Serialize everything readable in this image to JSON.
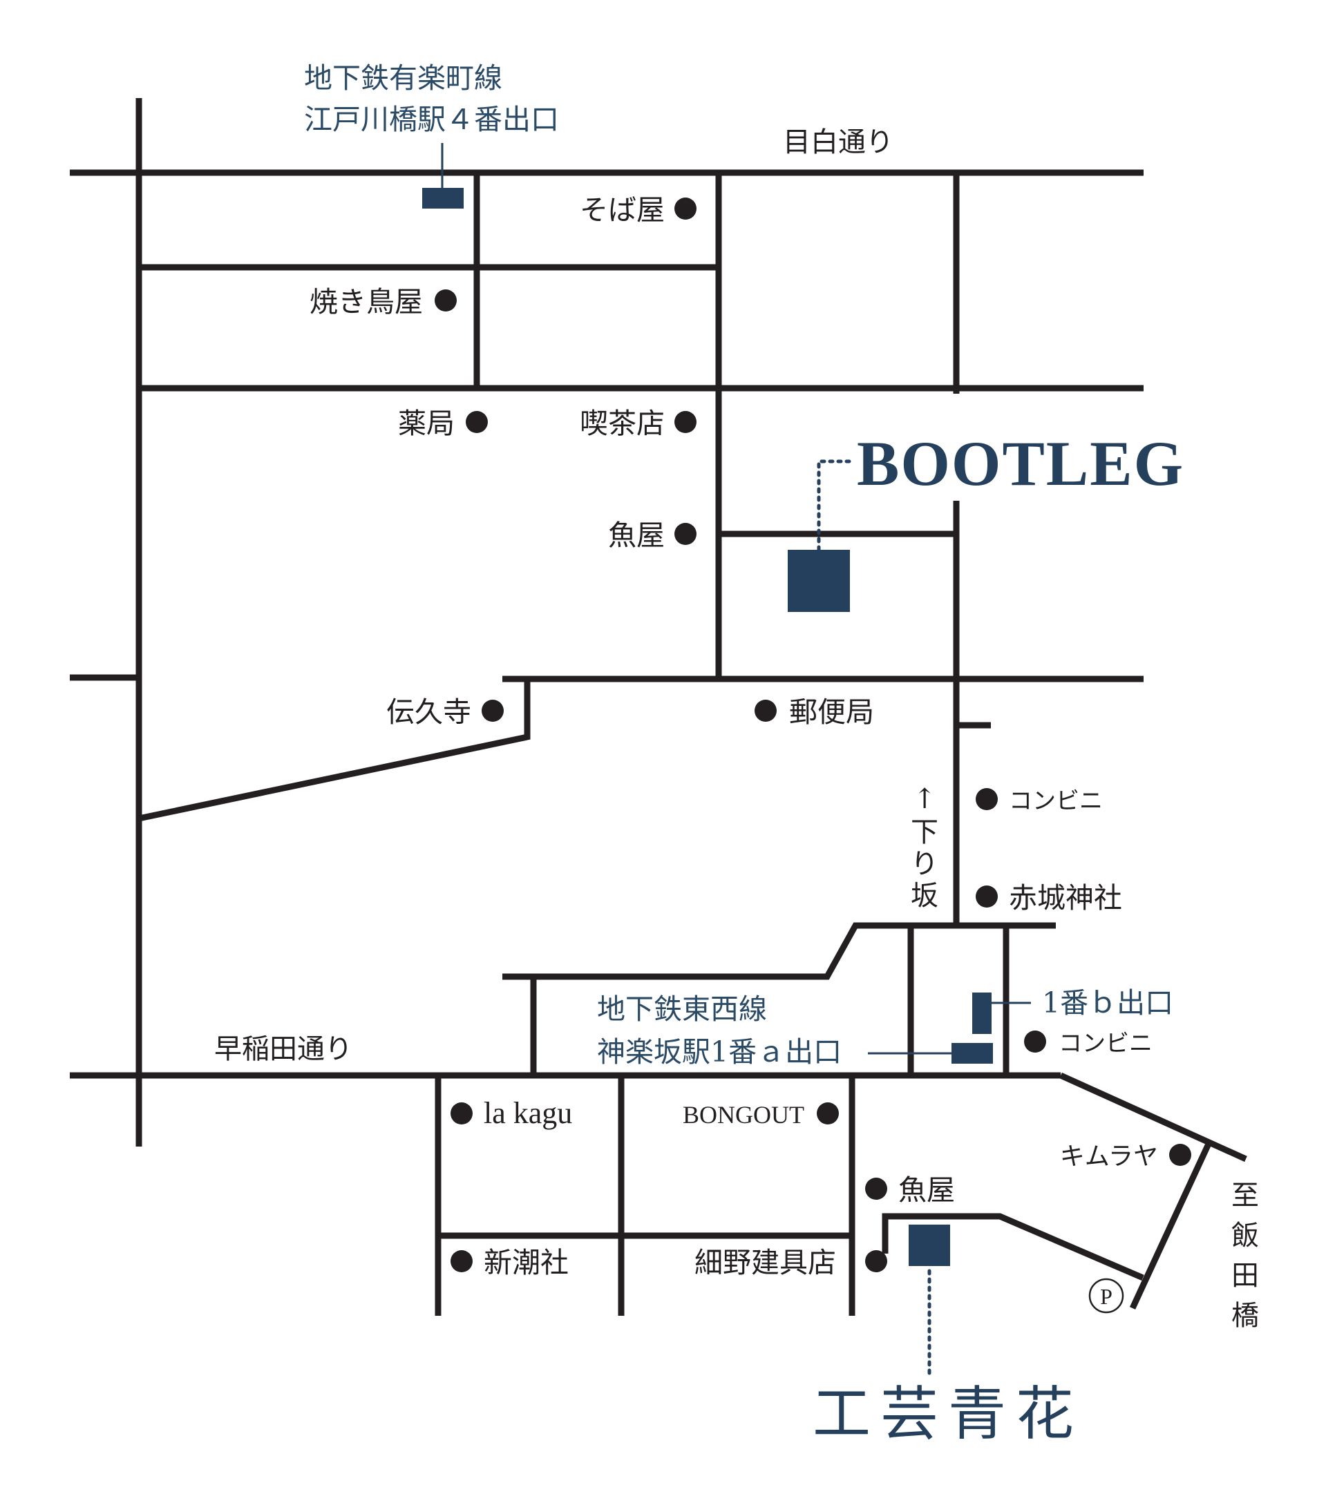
{
  "colors": {
    "street": "#231f20",
    "accent": "#24405c",
    "text": "#231f20"
  },
  "roads": {
    "mejiro": "目白通り",
    "waseda": "早稲田通り",
    "slope": [
      "↑",
      "下",
      "り",
      "坂"
    ],
    "to_iidabashi": [
      "至",
      "飯",
      "田",
      "橋"
    ]
  },
  "stations": {
    "yurakucho_line1": "地下鉄有楽町線",
    "yurakucho_line2": "江戸川橋駅４番出口",
    "tozai_line1": "地下鉄東西線",
    "tozai_line2": "神楽坂駅1番ａ出口",
    "exit_1b": "1番ｂ出口"
  },
  "places": {
    "soba": "そば屋",
    "yakitori": "焼き鳥屋",
    "pharmacy": "薬局",
    "cafe": "喫茶店",
    "fish_north": "魚屋",
    "denkyuji": "伝久寺",
    "post_office": "郵便局",
    "convenience_north": "コンビニ",
    "akagi_shrine": "赤城神社",
    "convenience_south": "コンビニ",
    "la_kagu": "la kagu",
    "bongout": "BONGOUT",
    "kimuraya": "キムラヤ",
    "fish_south": "魚屋",
    "shinchosha": "新潮社",
    "hosono": "細野建具店",
    "parking": "P"
  },
  "destinations": {
    "bootleg": "BOOTLEG",
    "kogei_aoka": "工芸青花"
  }
}
